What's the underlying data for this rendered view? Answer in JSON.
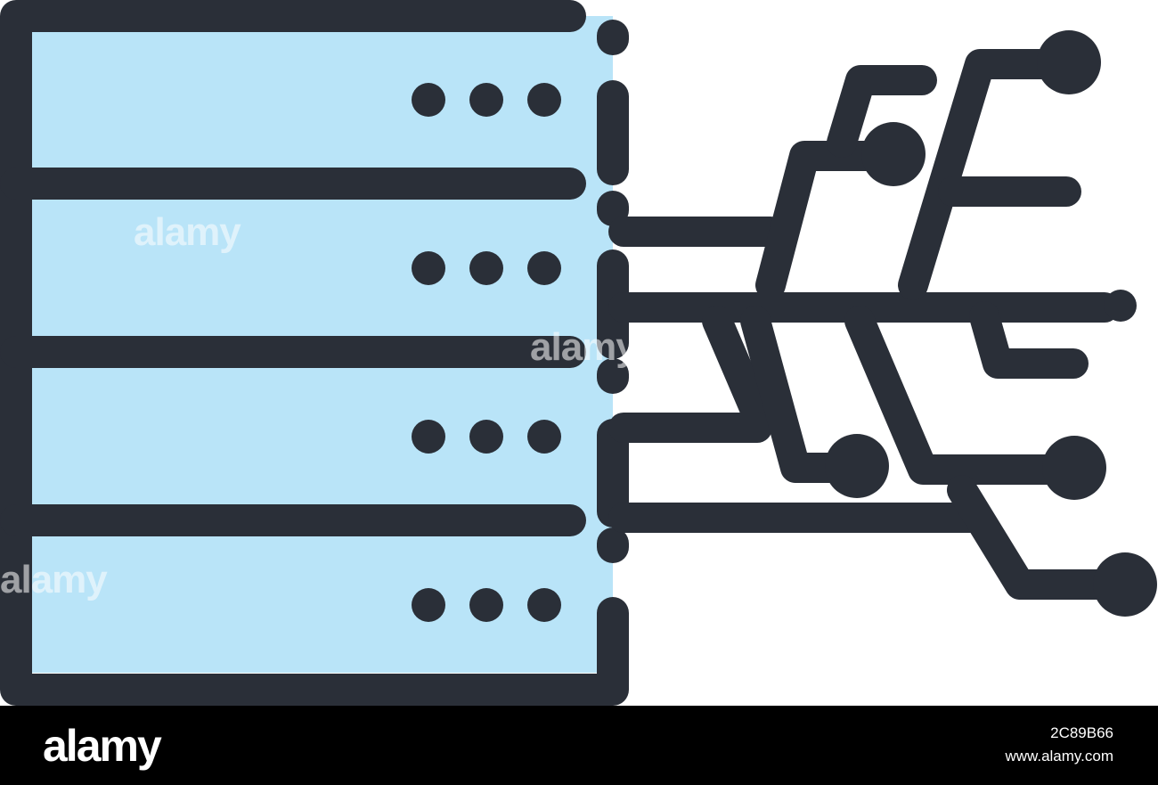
{
  "image": {
    "subject": "server-rack-with-circuit-network-icon"
  },
  "colors": {
    "outline": "#2a2f38",
    "panel_fill": "#b9e4f8",
    "background": "#ffffff",
    "footer": "#000000",
    "footer_text": "#ffffff"
  },
  "watermark": {
    "text": "alamy"
  },
  "footer": {
    "logo": "alamy",
    "image_id": "2C89B66",
    "site": "www.alamy.com"
  }
}
